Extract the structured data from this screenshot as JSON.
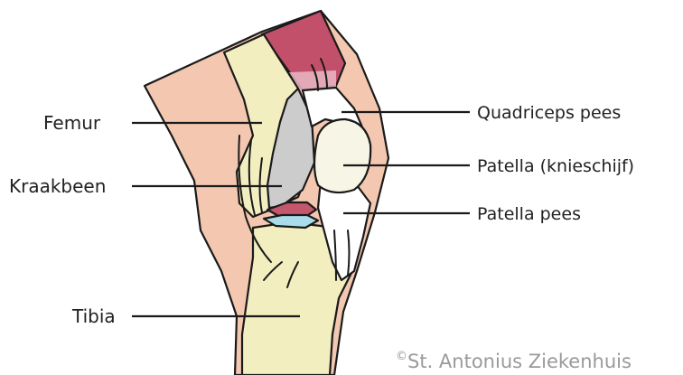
{
  "labels": {
    "femur": "Femur",
    "kraakbeen": "Kraakbeen",
    "tibia": "Tibia",
    "quadriceps": "Quadriceps pees",
    "patella": "Patella (knieschijf)",
    "patella_pees": "Patella pees"
  },
  "copyright": {
    "symbol": "©",
    "text": "St. Antonius Ziekenhuis"
  },
  "colors": {
    "skin": "#f3c7b0",
    "bone": "#f2eec0",
    "cartilage": "#cccccc",
    "muscle": "#c2506a",
    "meniscus_red": "#c4566d",
    "meniscus_blue": "#a9dceb",
    "tendon": "#ffffff",
    "patella": "#f7f5e6"
  }
}
